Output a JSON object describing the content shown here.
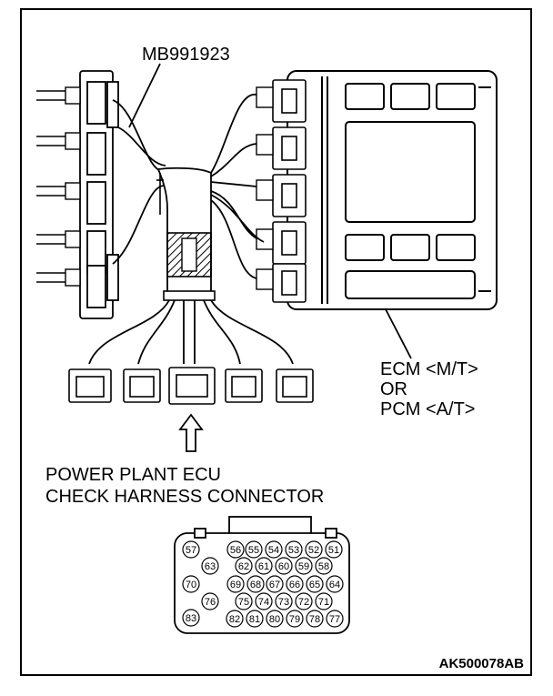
{
  "labels": {
    "tool": "MB991923",
    "ecm_line1": "ECM <M/T>",
    "ecm_line2": "OR",
    "ecm_line3": "PCM <A/T>",
    "connector_line1": "POWER PLANT ECU",
    "connector_line2": "CHECK HARNESS CONNECTOR",
    "figure_code": "AK500078AB"
  },
  "pins": {
    "row1": [
      "57",
      "56",
      "55",
      "54",
      "53",
      "52",
      "51"
    ],
    "row2": [
      "63",
      "62",
      "61",
      "60",
      "59",
      "58"
    ],
    "row3": [
      "70",
      "69",
      "68",
      "67",
      "66",
      "65",
      "64"
    ],
    "row4": [
      "76",
      "75",
      "74",
      "73",
      "72",
      "71"
    ],
    "row5": [
      "83",
      "82",
      "81",
      "80",
      "79",
      "78",
      "77"
    ]
  }
}
